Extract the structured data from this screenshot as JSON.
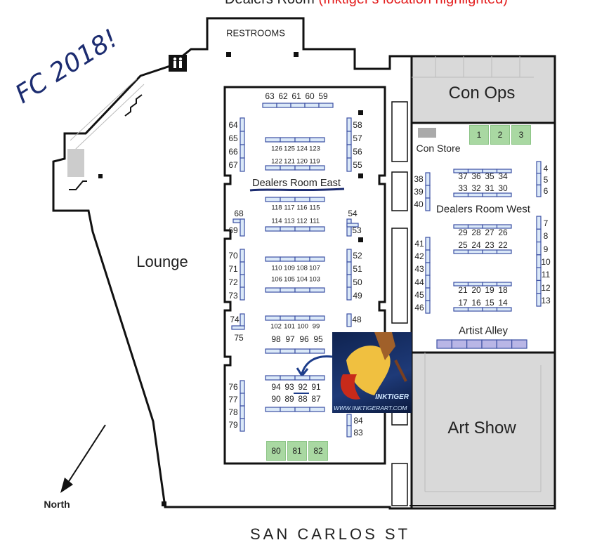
{
  "header": {
    "title_dark": "Dealers Room",
    "title_red": "(Inktiger's location highlighted)"
  },
  "annotation": {
    "handwritten": "FC 2018!",
    "promo_name": "INKTIGER",
    "promo_url": "WWW.INKTIGERART.COM"
  },
  "rooms": {
    "restrooms": "RESTROOMS",
    "con_ops": "Con Ops",
    "con_store": "Con Store",
    "dealers_east": "Dealers Room East",
    "dealers_west": "Dealers Room West",
    "artist_alley": "Artist Alley",
    "art_show": "Art Show",
    "lounge": "Lounge"
  },
  "compass": {
    "label": "North"
  },
  "street": "SAN CARLOS ST",
  "colors": {
    "table_fill": "#dbe9f8",
    "table_border": "#3b4fa3",
    "green_booth": "#a9d8a2",
    "gray_room": "#d9d9d9",
    "highlight": "#e32020"
  },
  "booths": {
    "east_top": [
      "63",
      "62",
      "61",
      "60",
      "59"
    ],
    "east_left_a": [
      "64",
      "65",
      "66",
      "67"
    ],
    "east_right_a": [
      "58",
      "57",
      "56",
      "55"
    ],
    "block_126_a": [
      "126",
      "125",
      "124",
      "123"
    ],
    "block_126_b": [
      "122",
      "121",
      "120",
      "119"
    ],
    "block_118_a": [
      "118",
      "117",
      "116",
      "115"
    ],
    "block_118_b": [
      "114",
      "113",
      "112",
      "111"
    ],
    "east_mid_left": [
      "68",
      "69"
    ],
    "east_mid_right": [
      "54",
      "53"
    ],
    "east_left_b": [
      "70",
      "71",
      "72",
      "73"
    ],
    "east_right_b": [
      "52",
      "51",
      "50",
      "49"
    ],
    "block_110_a": [
      "110",
      "109",
      "108",
      "107"
    ],
    "block_110_b": [
      "106",
      "105",
      "104",
      "103"
    ],
    "east_left_c": [
      "74",
      "75"
    ],
    "east_right_c": [
      "48"
    ],
    "block_102_a": [
      "102",
      "101",
      "100",
      "99"
    ],
    "block_102_b": [
      "98",
      "97",
      "96",
      "95"
    ],
    "block_94_a": [
      "94",
      "93",
      "92",
      "91"
    ],
    "block_94_b": [
      "90",
      "89",
      "88",
      "87"
    ],
    "east_left_d": [
      "76",
      "77",
      "78",
      "79"
    ],
    "east_right_d": [
      "84",
      "83"
    ],
    "east_green": [
      "80",
      "81",
      "82"
    ],
    "west_green": [
      "1",
      "2",
      "3"
    ],
    "west_left_a": [
      "38",
      "39",
      "40"
    ],
    "block_37_a": [
      "37",
      "36",
      "35",
      "34"
    ],
    "block_37_b": [
      "33",
      "32",
      "31",
      "30"
    ],
    "west_right_a": [
      "4",
      "5",
      "6"
    ],
    "block_29_a": [
      "29",
      "28",
      "27",
      "26"
    ],
    "block_29_b": [
      "25",
      "24",
      "23",
      "22"
    ],
    "west_right_b": [
      "7",
      "8",
      "9",
      "10",
      "11",
      "12",
      "13"
    ],
    "west_left_b": [
      "41",
      "42",
      "43",
      "44",
      "45",
      "46"
    ],
    "block_21_a": [
      "21",
      "20",
      "19",
      "18"
    ],
    "block_21_b": [
      "17",
      "16",
      "15",
      "14"
    ]
  }
}
